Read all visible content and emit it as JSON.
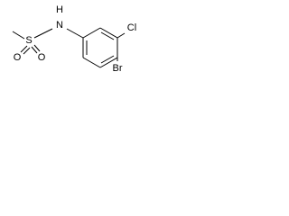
{
  "molecule": {
    "atoms": {
      "N": "N",
      "H": "H",
      "S": "S",
      "O_upper": "O",
      "O_lower": "O",
      "Cl": "Cl",
      "Br": "Br"
    }
  }
}
